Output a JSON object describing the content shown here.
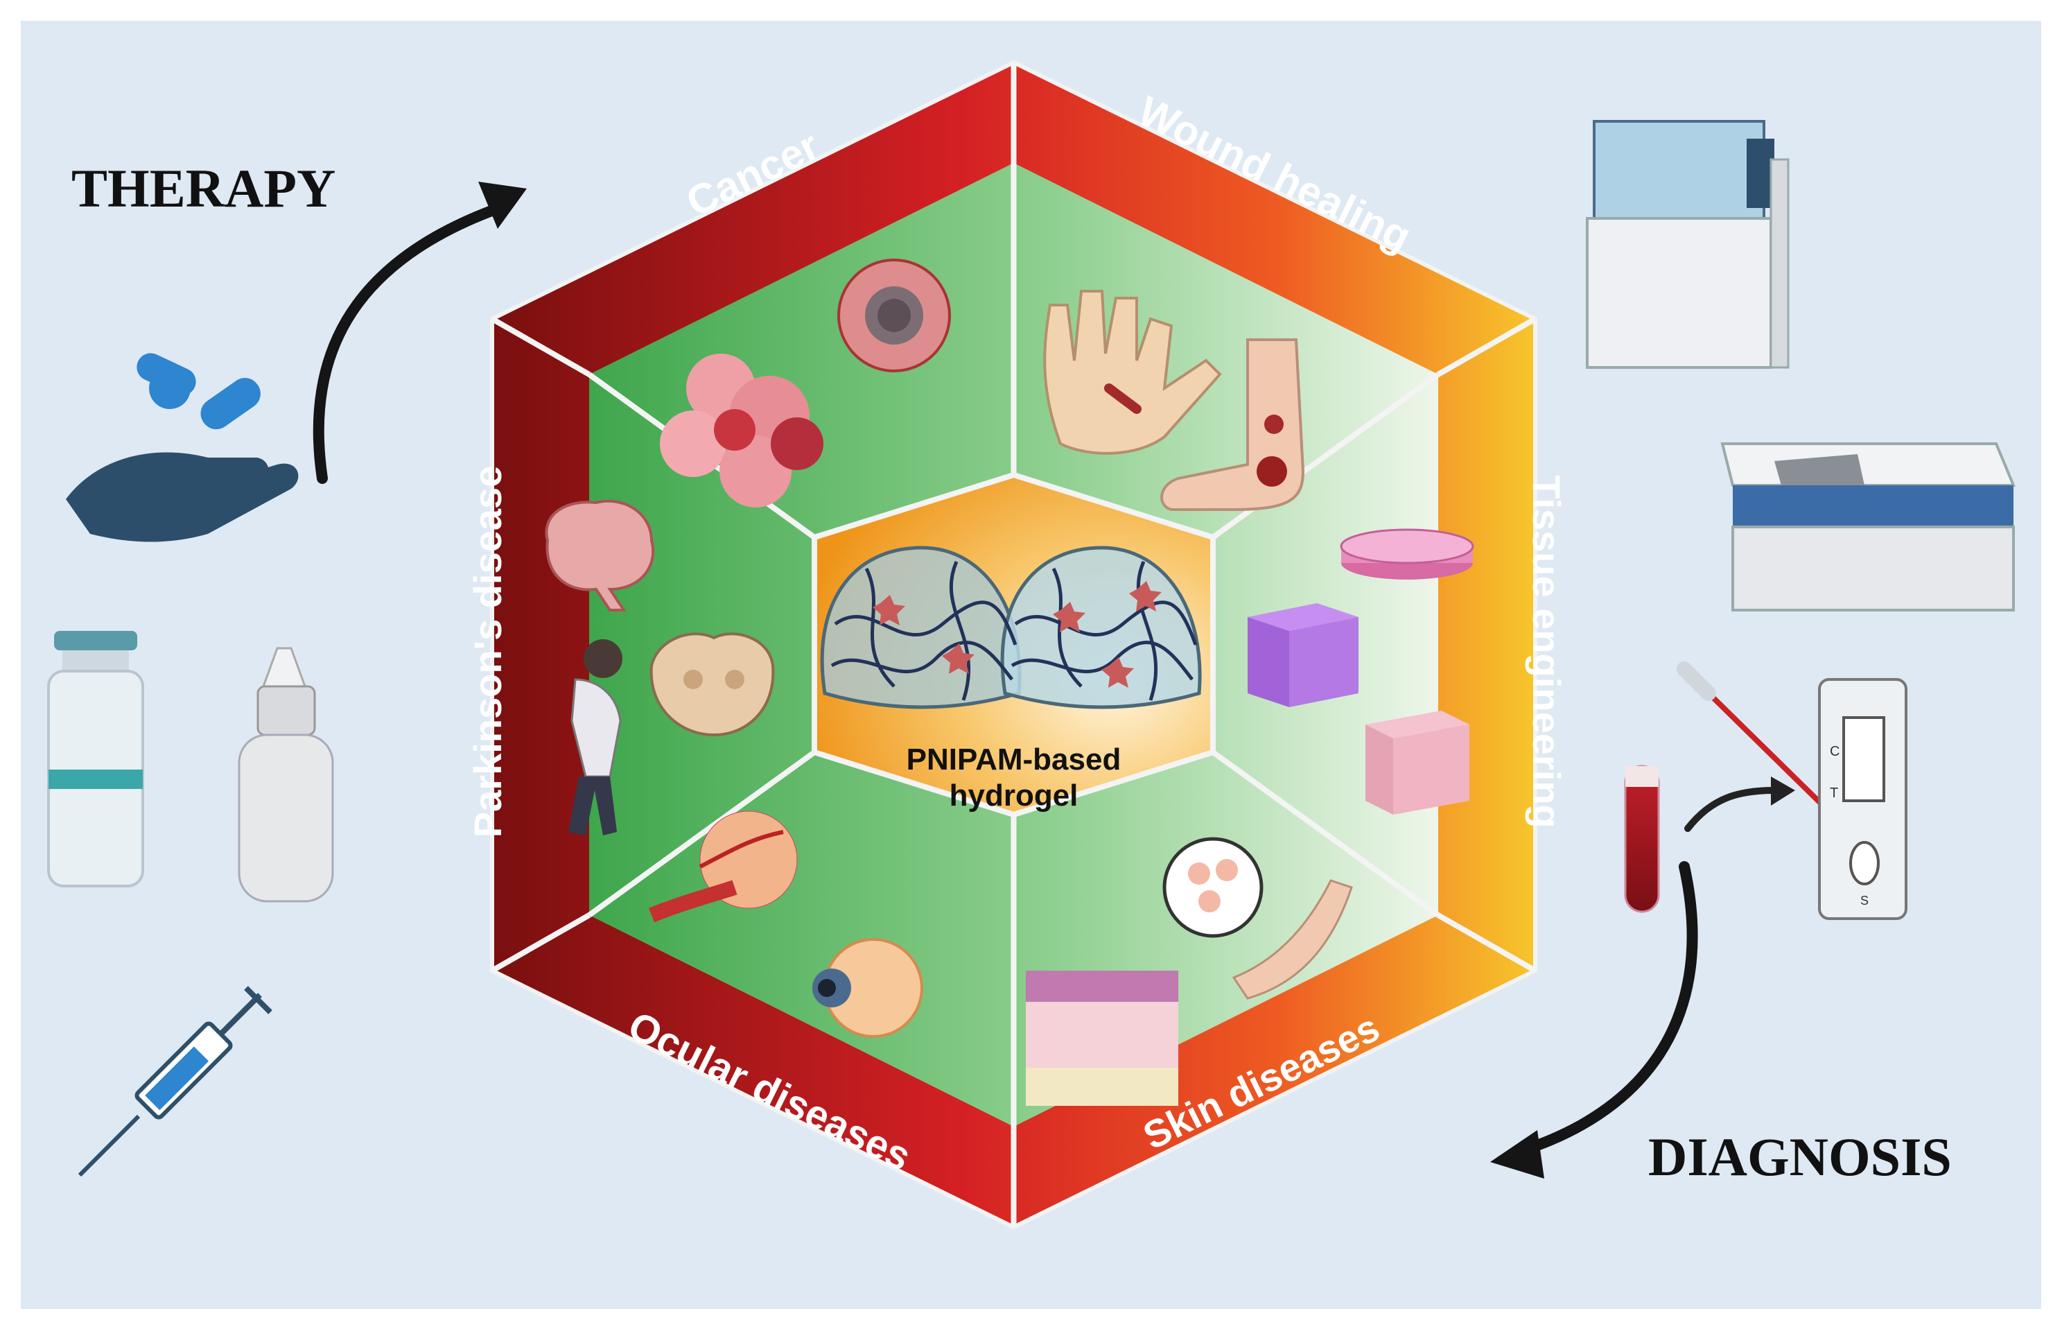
{
  "left": {
    "title": "THERAPY"
  },
  "right": {
    "title": "DIAGNOSIS"
  },
  "center": {
    "line1": "PNIPAM-based",
    "line2": "hydrogel"
  },
  "segments": {
    "cancer": "Cancer",
    "wound": "Wound healing",
    "tissue": "Tissue engineering",
    "skin": "Skin diseases",
    "ocular": "Ocular diseases",
    "parkinson": "Parkinson's disease"
  },
  "test_strip": {
    "c": "C",
    "t": "T",
    "s": "S"
  },
  "colors": {
    "background": "#dfe9f3",
    "ring_dark": "#8b1414",
    "ring_red": "#e0262a",
    "ring_orange": "#f08a1c",
    "ring_yellow": "#f6c52c",
    "panel_green": "#4cad56",
    "center_orange": "#f2a22a"
  },
  "icons": [
    "pills-hand-icon",
    "vial-icon",
    "dropper-bottle-icon",
    "syringe-icon",
    "lab-analyzer-icon",
    "spectrometer-icon",
    "blood-tube-icon",
    "pipette-icon",
    "rapid-test-icon",
    "tumor-icon",
    "hand-wound-icon",
    "leg-wound-icon",
    "petri-dish-icon",
    "scaffold-cube-icon",
    "brain-icon",
    "elderly-man-icon",
    "brain-section-icon",
    "eye-anatomy-icon",
    "eyeball-icon",
    "skin-layers-icon",
    "arm-cells-icon",
    "hydrogel-icon"
  ]
}
